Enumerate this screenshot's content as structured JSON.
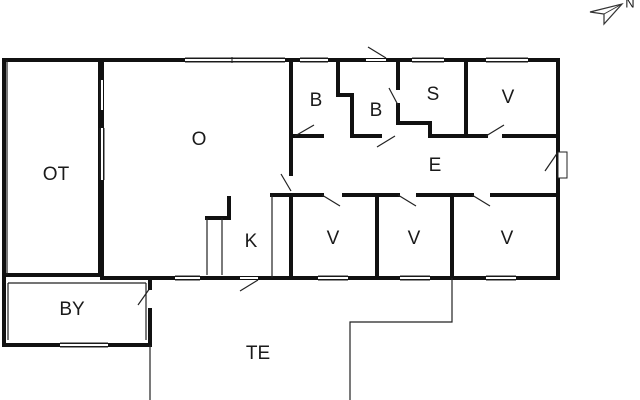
{
  "compass": {
    "label": "N",
    "icon": "north-arrow-icon"
  },
  "rooms": {
    "ot": "OT",
    "o": "O",
    "b1": "B",
    "b2": "B",
    "s": "S",
    "v1": "V",
    "e": "E",
    "k": "K",
    "v2": "V",
    "v3": "V",
    "v4": "V",
    "by": "BY",
    "te": "TE"
  }
}
